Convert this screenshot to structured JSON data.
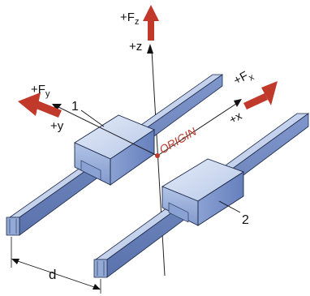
{
  "labels": {
    "fz_prefix": "+F",
    "fz_sub": "z",
    "z_axis": "+z",
    "fy_prefix": "+F",
    "fy_sub": "y",
    "y_axis": "+y",
    "fx_prefix": "+F",
    "fx_sub": "x",
    "x_axis": "+x",
    "origin": "ORIGIN",
    "carriage_1": "1",
    "carriage_2": "2",
    "rail_distance": "d"
  },
  "colors": {
    "force_arrow": "#c0392b",
    "origin_text": "#c0392b",
    "rail_top": "#c7d6ef",
    "rail_side": "#6f88c2",
    "rail_end": "#93a9d6",
    "block_top": "#d0dcf1",
    "block_front": "#9cb1da",
    "block_side": "#7b93c8",
    "outline": "#1d2a4a"
  }
}
